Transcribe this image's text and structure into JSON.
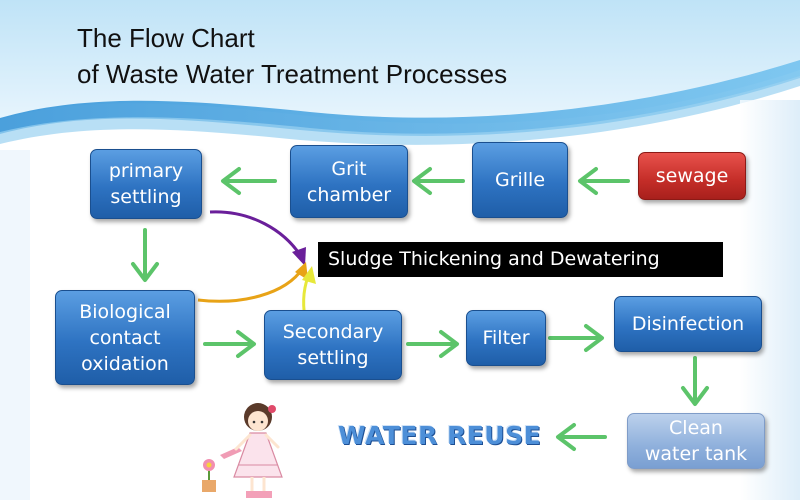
{
  "title": {
    "line1": "The Flow Chart",
    "line2": "of Waste Water Treatment  Processes"
  },
  "nodes": {
    "sewage": "sewage",
    "grille": "Grille",
    "grit_chamber": "Grit\nchamber",
    "primary_settling": "primary\nsettling",
    "biological_contact_oxidation": "Biological\ncontact\noxidation",
    "secondary_settling": "Secondary\nsettling",
    "filter": "Filter",
    "disinfection": "Disinfection",
    "clean_water_tank": "Clean\nwater tank",
    "sludge": "Sludge Thickening and Dewatering",
    "water_reuse": "WATER REUSE"
  },
  "colors": {
    "process_box": "#2e73c2",
    "source_box": "#c42d28",
    "tank_box": "#8fb0dc",
    "flow_arrow": "#5cc46a",
    "sludge_arrow_1": "#6a1f9a",
    "sludge_arrow_2": "#e8a317",
    "sludge_arrow_3": "#e7e83a"
  }
}
